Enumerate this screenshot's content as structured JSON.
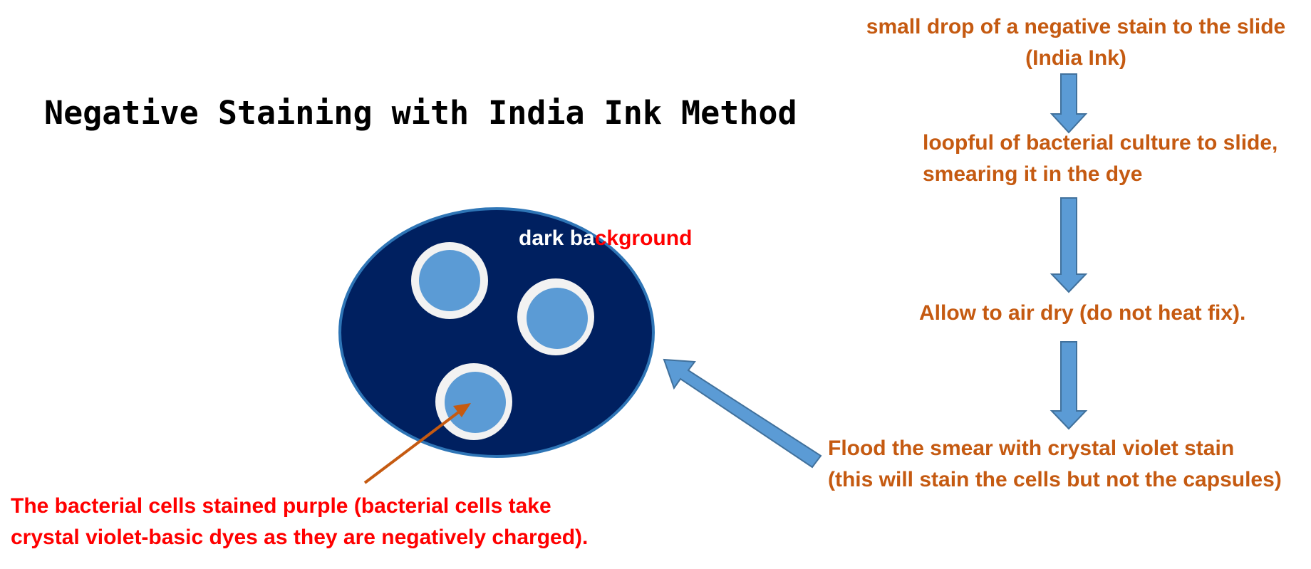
{
  "title": "Negative Staining with India Ink Method",
  "steps": [
    {
      "line1": "small drop of a negative stain to the slide",
      "line2": "(India Ink)"
    },
    {
      "line1": "loopful of bacterial culture to slide,",
      "line2": "smearing it in the dye"
    },
    {
      "line1": "Allow to air dry (do not heat fix)."
    },
    {
      "line1": "Flood the smear with crystal violet stain",
      "line2": "(this will stain the cells but not the capsules)"
    }
  ],
  "background_label": {
    "part_white": "dark ba",
    "part_red": "ckground"
  },
  "cells_caption": {
    "line1": "The bacterial cells stained purple (bacterial cells take",
    "line2": "crystal violet-basic dyes as they are negatively charged)."
  },
  "colors": {
    "step_text": "#c55a11",
    "caption_text": "#ff0000",
    "arrow_fill": "#5b9bd5",
    "arrow_stroke": "#41719c",
    "slide_fill": "#002060",
    "slide_stroke": "#2e75b6",
    "cell_fill": "#5b9bd5",
    "capsule_ring": "#f2f2f2",
    "pointer_arrow": "#c55a11"
  }
}
